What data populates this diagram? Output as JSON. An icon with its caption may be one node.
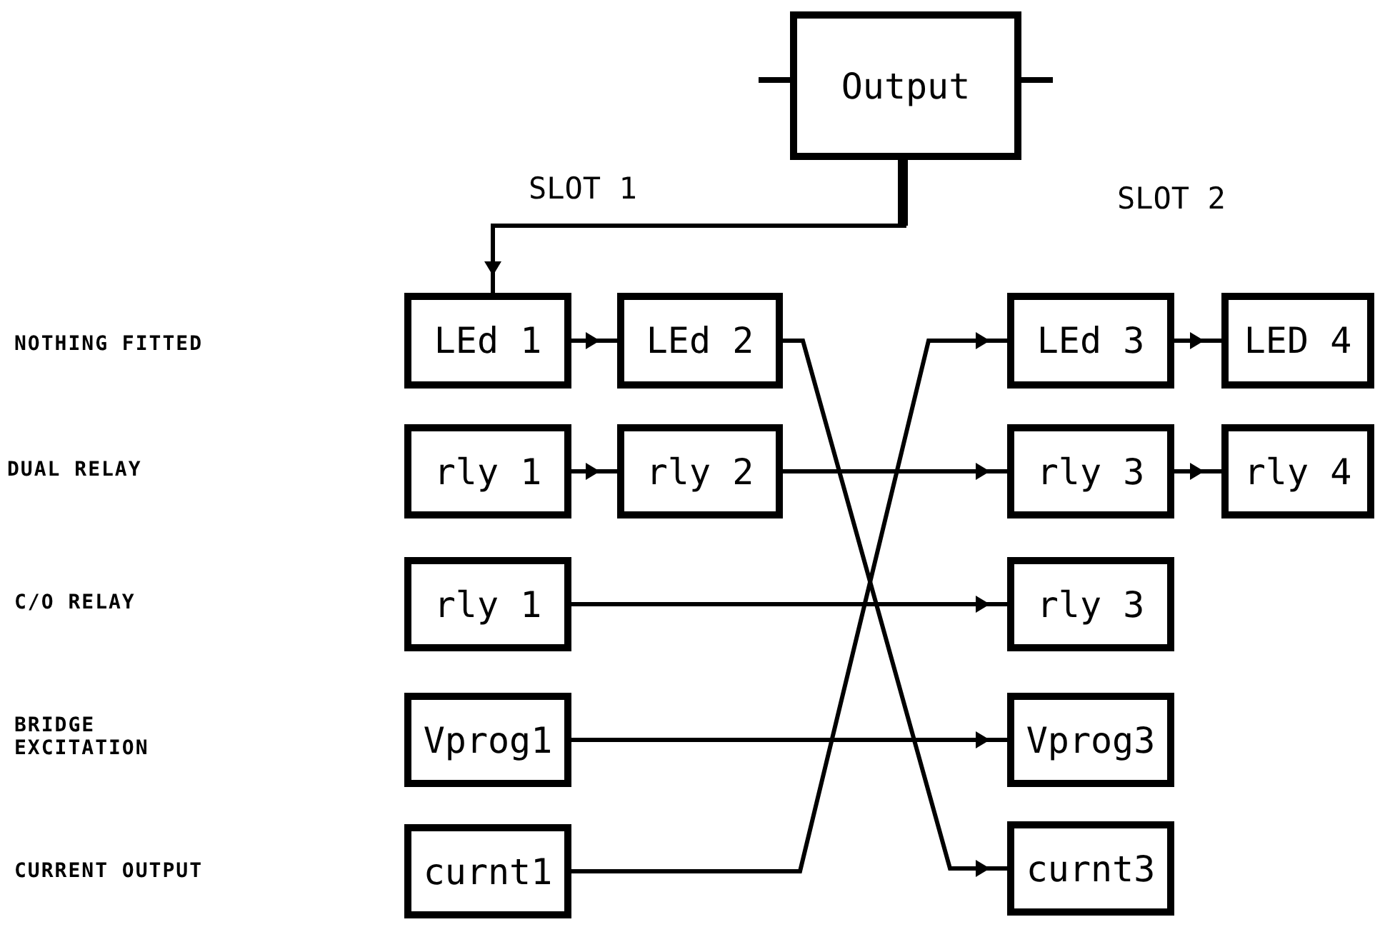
{
  "diagram": {
    "nodes": [
      {
        "text": [
          "Output"
        ]
      },
      {
        "text": [
          "LEd 1"
        ]
      },
      {
        "text": [
          "LEd 2"
        ]
      },
      {
        "text": [
          "LEd 3"
        ]
      },
      {
        "text": [
          "LED 4"
        ]
      },
      {
        "text": [
          "rly 1"
        ]
      },
      {
        "text": [
          "rly 2"
        ]
      },
      {
        "text": [
          "rly 3"
        ]
      },
      {
        "text": [
          "rly 4"
        ]
      },
      {
        "text": [
          "rly 1"
        ]
      },
      {
        "text": [
          "rly 3"
        ]
      },
      {
        "text": [
          "Vprog1"
        ]
      },
      {
        "text": [
          "Vprog3"
        ]
      },
      {
        "text": [
          "curnt1"
        ]
      },
      {
        "text": [
          "curnt3"
        ]
      }
    ],
    "edges": [
      {
        "from": 0,
        "to": 1,
        "arrow": "to"
      },
      {
        "from": 1,
        "to": 2,
        "arrow": "to"
      },
      {
        "from": 2,
        "to": 14,
        "arrow": "to"
      },
      {
        "from": 13,
        "to": 3,
        "arrow": "to"
      },
      {
        "from": 3,
        "to": 4,
        "arrow": "to"
      },
      {
        "from": 5,
        "to": 6,
        "arrow": "to"
      },
      {
        "from": 6,
        "to": 7,
        "arrow": "to"
      },
      {
        "from": 7,
        "to": 8,
        "arrow": "to"
      },
      {
        "from": 9,
        "to": 10,
        "arrow": "to"
      },
      {
        "from": 11,
        "to": 12,
        "arrow": "to"
      }
    ],
    "labels": [
      "SLOT 1",
      "SLOT 2",
      "NOTHING FITTED",
      "DUAL RELAY",
      "C/O RELAY",
      "BRIDGE EXCITATION",
      "CURRENT OUTPUT"
    ]
  }
}
